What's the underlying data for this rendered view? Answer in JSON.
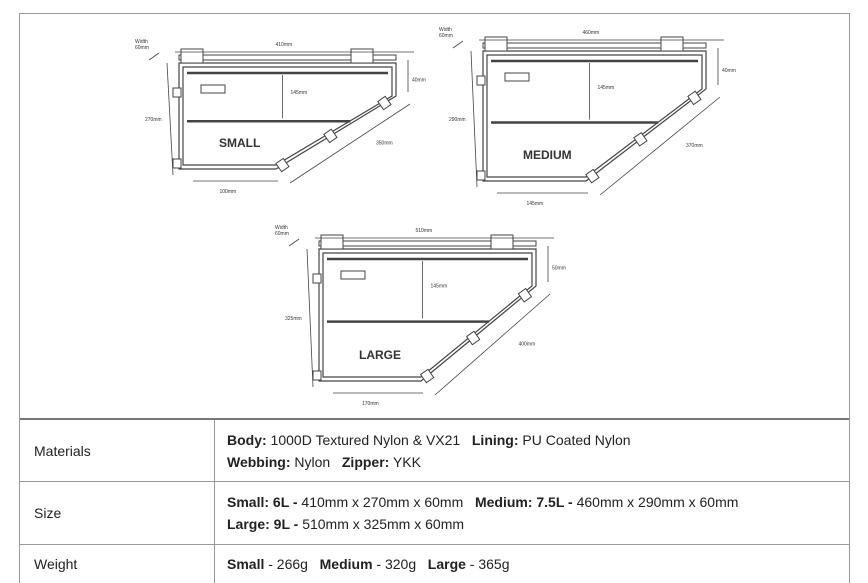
{
  "diagrams": [
    {
      "size": "SMALL",
      "width_label": "Width",
      "width_value": "60mm",
      "top": "410mm",
      "height": "270mm",
      "inner": "145mm",
      "drop": "40mm",
      "diagonal": "350mm",
      "bottom": "100mm"
    },
    {
      "size": "MEDIUM",
      "width_label": "Width",
      "width_value": "60mm",
      "top": "460mm",
      "height": "290mm",
      "inner": "145mm",
      "drop": "40mm",
      "diagonal": "370mm",
      "bottom": "145mm"
    },
    {
      "size": "LARGE",
      "width_label": "Width",
      "width_value": "60mm",
      "top": "510mm",
      "height": "325mm",
      "inner": "145mm",
      "drop": "50mm",
      "diagonal": "400mm",
      "bottom": "170mm"
    }
  ],
  "specs": {
    "materials": {
      "label": "Materials",
      "body_key": "Body:",
      "body_val": " 1000D Textured Nylon & VX21",
      "lining_key": "Lining:",
      "lining_val": " PU Coated Nylon",
      "webbing_key": "Webbing:",
      "webbing_val": " Nylon",
      "zipper_key": "Zipper:",
      "zipper_val": " YKK"
    },
    "size": {
      "label": "Size",
      "small_key": "Small: 6L -",
      "small_val": " 410mm x 270mm x 60mm",
      "medium_key": "Medium: 7.5L -",
      "medium_val": " 460mm x 290mm x 60mm",
      "large_key": "Large: 9L -",
      "large_val": " 510mm x 325mm x 60mm"
    },
    "weight": {
      "label": "Weight",
      "small_key": "Small",
      "small_val": " - 266g",
      "medium_key": "Medium",
      "medium_val": " - 320g",
      "large_key": "Large",
      "large_val": " - 365g"
    }
  }
}
